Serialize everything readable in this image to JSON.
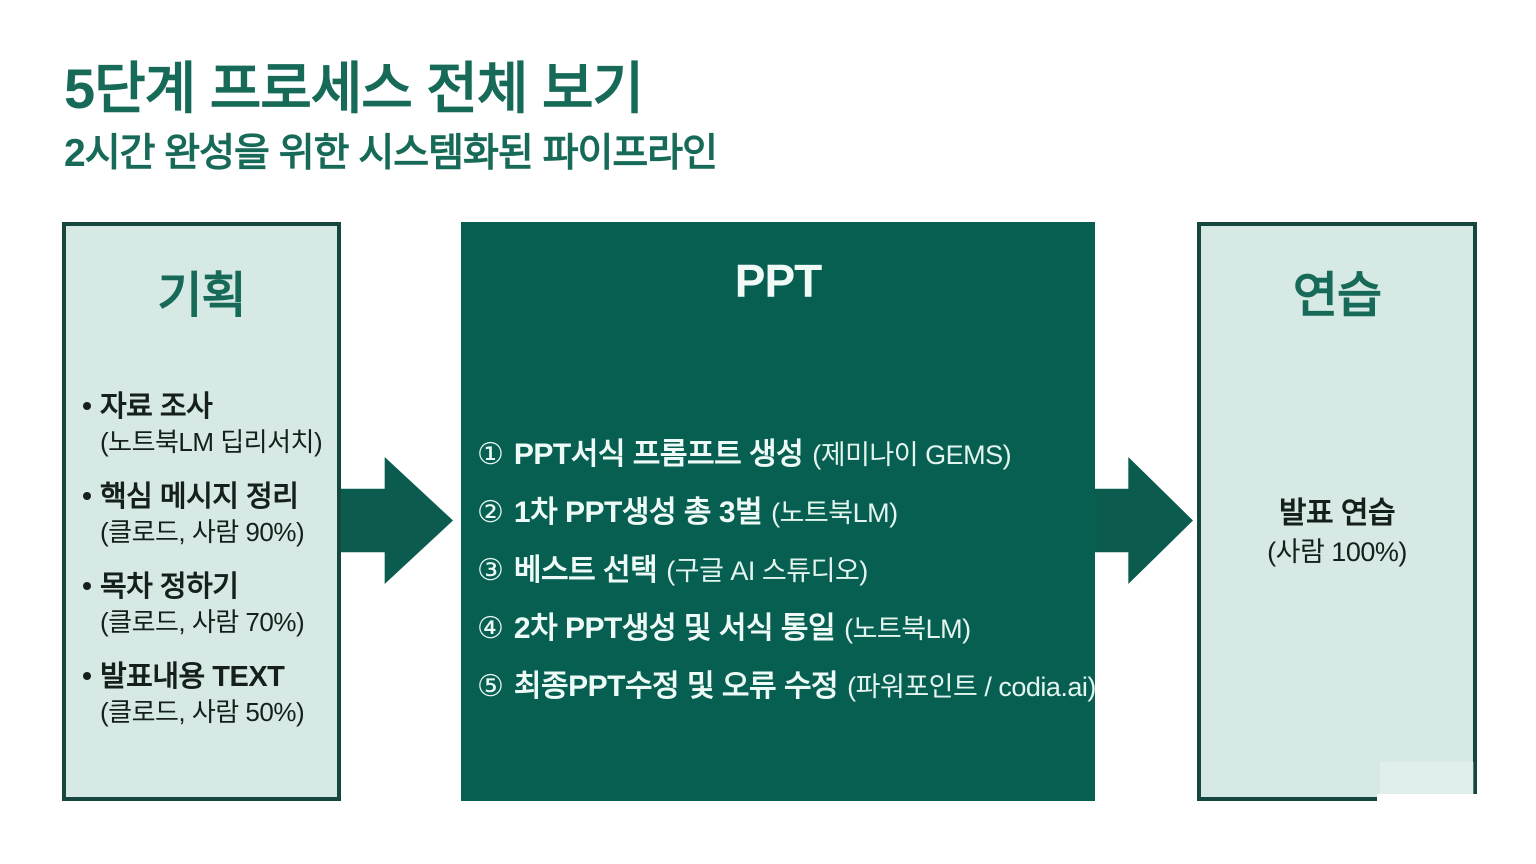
{
  "page": {
    "title": "5단계 프로세스 전체 보기",
    "subtitle": "2시간 완성을 위한 시스템화된 파이프라인"
  },
  "colors": {
    "heading_green": "#176a58",
    "light_box_fill": "#d6e9e5",
    "box_border": "#15473e",
    "dark_box_fill": "#075f52",
    "arrow_green": "#0b5b4e",
    "dark_box_text": "#eefaf6",
    "body_text": "#15201c"
  },
  "boxes": {
    "planning": {
      "header": "기획",
      "items": [
        {
          "title": "자료 조사",
          "detail": "(노트북LM 딥리서치)"
        },
        {
          "title": "핵심 메시지 정리",
          "detail": "(클로드, 사람 90%)"
        },
        {
          "title": "목차 정하기",
          "detail": "(클로드, 사람 70%)"
        },
        {
          "title": "발표내용 TEXT",
          "detail": "(클로드, 사람 50%)"
        }
      ]
    },
    "ppt": {
      "header": "PPT",
      "steps": [
        {
          "num": "①",
          "title": "PPT서식 프롬프트 생성",
          "detail": "(제미나이 GEMS)"
        },
        {
          "num": "②",
          "title": "1차 PPT생성 총 3벌",
          "detail": "(노트북LM)"
        },
        {
          "num": "③",
          "title": "베스트 선택",
          "detail": "(구글 AI 스튜디오)"
        },
        {
          "num": "④",
          "title": "2차 PPT생성 및 서식 통일",
          "detail": "(노트북LM)"
        },
        {
          "num": "⑤",
          "title": "최종PPT수정 및 오류 수정",
          "detail": "(파워포인트 / codia.ai)"
        }
      ]
    },
    "practice": {
      "header": "연습",
      "item_title": "발표 연습",
      "item_detail": "(사람 100%)"
    }
  }
}
